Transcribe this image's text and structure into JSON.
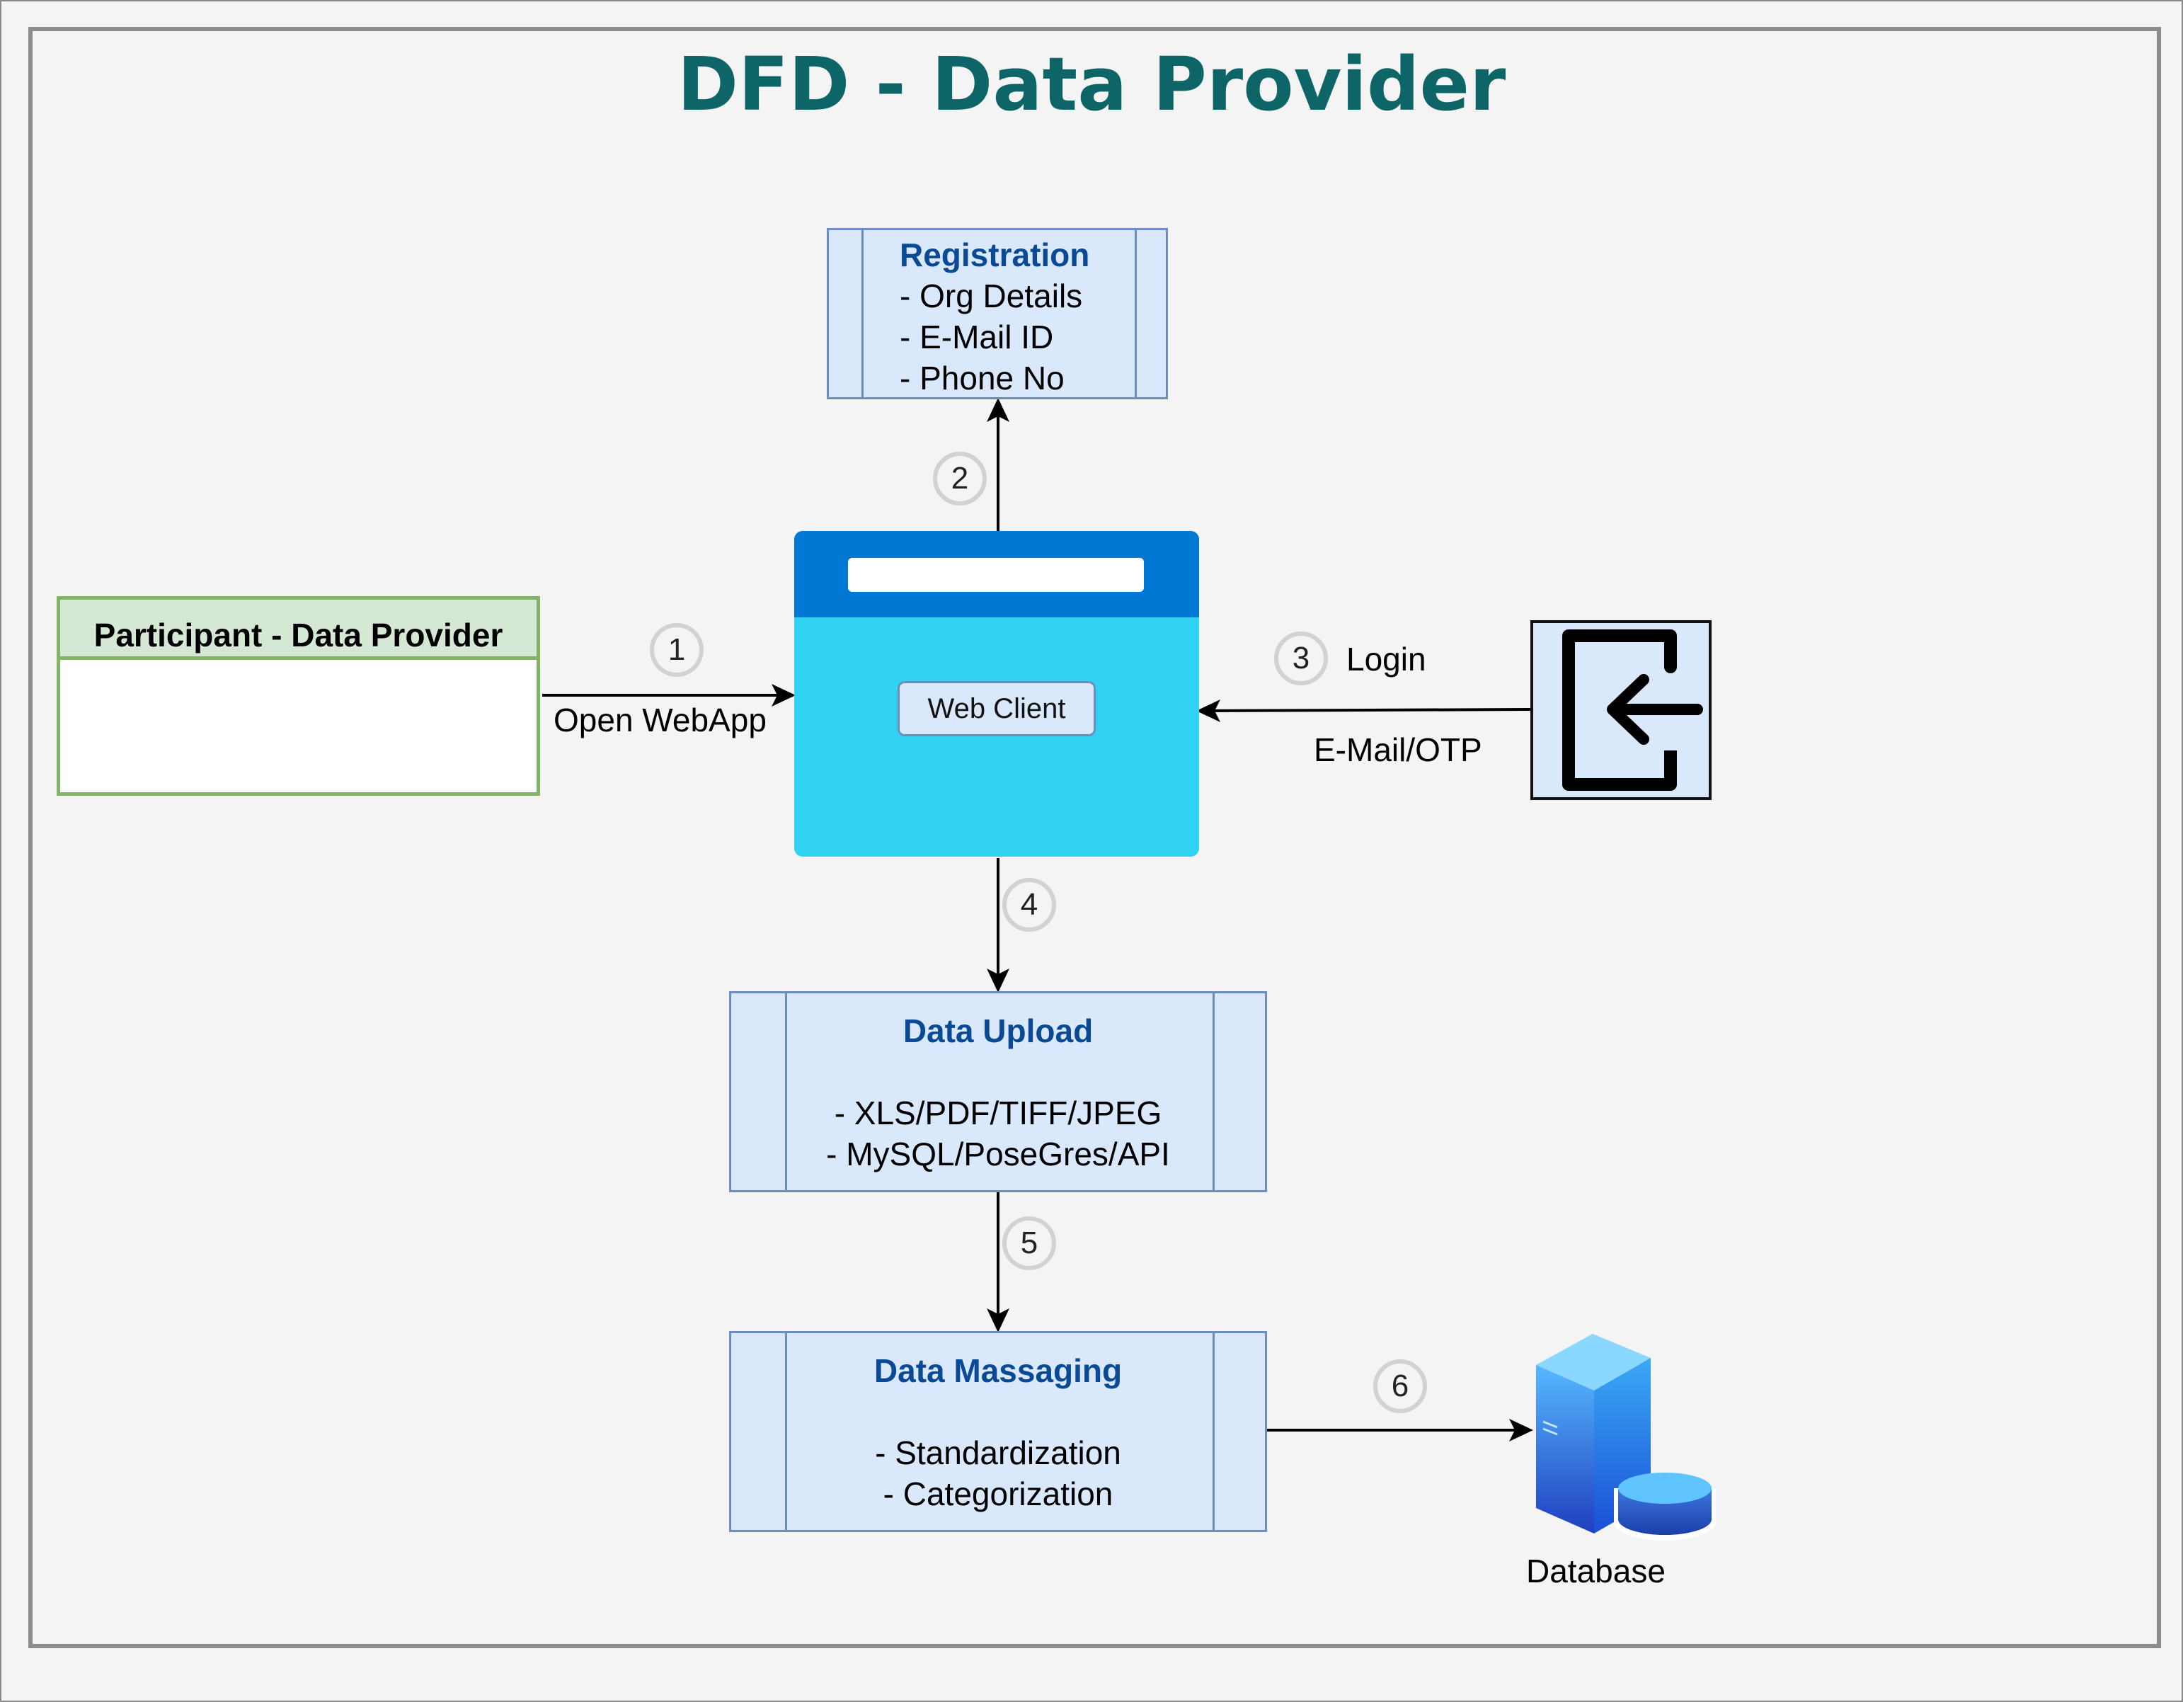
{
  "title": "DFD - Data Provider",
  "participant": {
    "header": "Participant - Data Provider"
  },
  "web_client": {
    "button_label": "Web Client"
  },
  "registration": {
    "title": "Registration",
    "lines": [
      "- Org Details",
      "- E-Mail ID",
      "- Phone No"
    ]
  },
  "data_upload": {
    "title": "Data Upload",
    "lines": [
      "- XLS/PDF/TIFF/JPEG",
      "- MySQL/PoseGres/API"
    ]
  },
  "data_massaging": {
    "title": "Data Massaging",
    "lines": [
      "- Standardization",
      "- Categorization"
    ]
  },
  "database": {
    "label": "Database"
  },
  "steps": [
    "1",
    "2",
    "3",
    "4",
    "5",
    "6"
  ],
  "edge_labels": {
    "open_webapp": "Open WebApp",
    "login": "Login",
    "email_otp": "E-Mail/OTP"
  },
  "icons": {
    "login": "login-enter-icon",
    "database": "database-server-icon"
  },
  "colors": {
    "title": "#0d6567",
    "process_fill": "#dae8fc",
    "process_stroke": "#6c8ebf",
    "process_title": "#0a4a94",
    "participant_stroke": "#82b366",
    "participant_header": "#d5e8d4",
    "web_client_body": "#31d2f2",
    "web_client_header": "#0078d4"
  }
}
